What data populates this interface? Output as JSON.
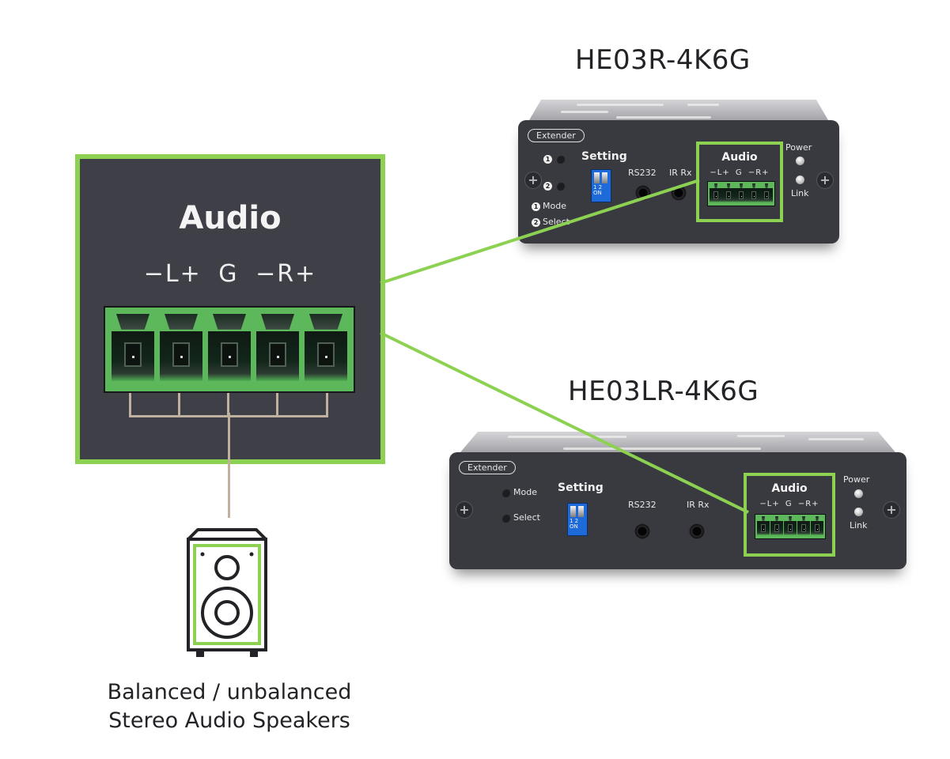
{
  "models": [
    {
      "name": "HE03R-4K6G",
      "panel": {
        "badge": "Extender",
        "setting_label": "Setting",
        "button_labels": [
          "1",
          "2"
        ],
        "legend": [
          {
            "num": "1",
            "text": "Mode"
          },
          {
            "num": "2",
            "text": "Select"
          }
        ],
        "dip_labels": {
          "positions": "1  2",
          "state": "ON"
        },
        "ports": [
          "RS232",
          "IR Rx"
        ],
        "audio_label": "Audio",
        "audio_pins": "−L+ G −R+",
        "leds": [
          "Power",
          "Link"
        ]
      }
    },
    {
      "name": "HE03LR-4K6G",
      "panel": {
        "badge": "Extender",
        "setting_label": "Setting",
        "buttons": [
          "Mode",
          "Select"
        ],
        "dip_labels": {
          "positions": "1  2",
          "state": "ON"
        },
        "ports": [
          "RS232",
          "IR Rx"
        ],
        "audio_label": "Audio",
        "audio_pins": "−L+ G −R+",
        "leds": [
          "Power",
          "Link"
        ]
      }
    }
  ],
  "detail": {
    "title": "Audio",
    "pins": "−L+  G  −R+",
    "terminal_count": 5
  },
  "speaker": {
    "icon": "speaker-icon",
    "caption_line1": "Balanced / unbalanced",
    "caption_line2": "Stereo Audio Speakers"
  },
  "colors": {
    "highlight": "#8dd152",
    "panel": "#3f3f48",
    "device_face": "#393a40",
    "terminal_green": "#5cb85a",
    "wire": "#c0b19e",
    "dip_blue": "#1d6ad8",
    "text_dark": "#222326"
  }
}
